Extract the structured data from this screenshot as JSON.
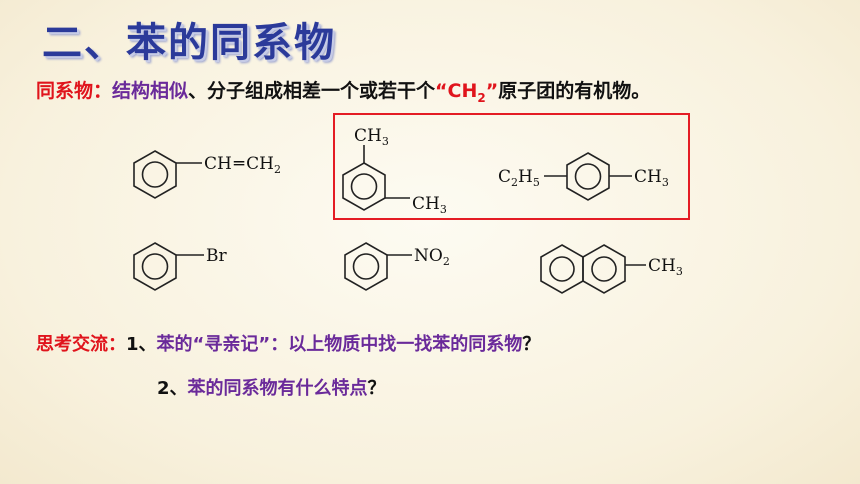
{
  "slide": {
    "title": "二、苯的同系物",
    "definition": {
      "term": "同系物：",
      "text_part1": "结构相似",
      "text_part2": "、分子组成相差一个或若干个",
      "ch2": "“CH",
      "ch2_sub": "2",
      "ch2_close": "”",
      "text_part3": "原子团的有机物。"
    },
    "structures": {
      "styrene_label": "CH",
      "styrene_bond": "═",
      "styrene_label2": "CH",
      "styrene_sub": "2",
      "mxylene_top": "CH",
      "mxylene_top_sub": "3",
      "mxylene_bottom": "CH",
      "mxylene_bottom_sub": "3",
      "ethyltoluene_left": "C",
      "ethyltoluene_left_sub1": "2",
      "ethyltoluene_left_mid": "H",
      "ethyltoluene_left_sub2": "5",
      "ethyltoluene_right": "CH",
      "ethyltoluene_right_sub": "3",
      "bromobenzene": "Br",
      "nitrobenzene": "NO",
      "nitrobenzene_sub": "2",
      "methylnaphthalene": "CH",
      "methylnaphthalene_sub": "3"
    },
    "discussion": {
      "label": "思考交流：",
      "q1_num": "1、",
      "q1_text": "苯的“寻亲记”：以上物质中找一找苯的同系物",
      "q1_mark": "？",
      "q2_num": "2、",
      "q2_text": "苯的同系物有什么特点",
      "q2_mark": "？"
    }
  },
  "colors": {
    "title": "#2b3a9a",
    "red": "#e0141c",
    "purple": "#6a2a9a",
    "box": "#e41c24"
  }
}
